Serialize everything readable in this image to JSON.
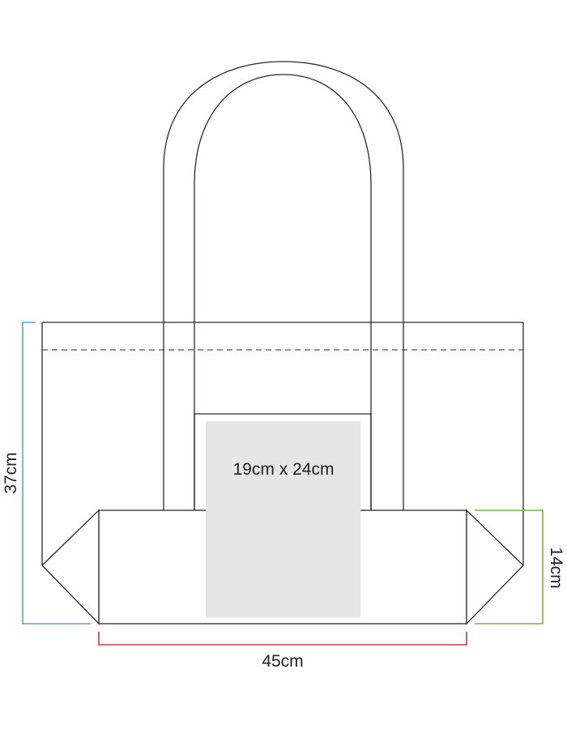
{
  "diagram": {
    "print_area_label": "19cm x 24cm",
    "height_label": "37cm",
    "width_label": "45cm",
    "depth_label": "14cm"
  },
  "colors": {
    "outline": "#2a2a2a",
    "print_area_fill": "#e6e6e6",
    "height_dimension": "#5aa6d8",
    "width_dimension": "#c8393b",
    "depth_dimension": "#7cb342"
  }
}
